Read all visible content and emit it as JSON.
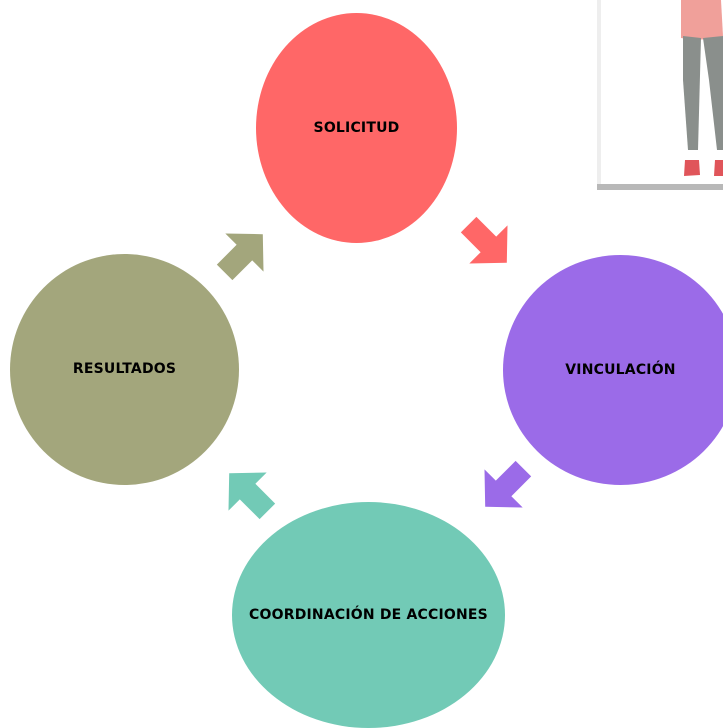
{
  "nodes": [
    {
      "id": "solicitud",
      "label": "SOLICITUD",
      "color": "#ff6767"
    },
    {
      "id": "vinculacion",
      "label": "VINCULACIÓN",
      "color": "#9b6be8"
    },
    {
      "id": "coordinacion",
      "label": "COORDINACIÓN DE ACCIONES",
      "color": "#72cab6"
    },
    {
      "id": "resultados",
      "label": "RESULTADOS",
      "color": "#a3a67c"
    }
  ],
  "arrows": [
    {
      "from": "solicitud",
      "to": "vinculacion",
      "color": "#ff6767",
      "direction": "down-right"
    },
    {
      "from": "vinculacion",
      "to": "coordinacion",
      "color": "#9b6be8",
      "direction": "down-left"
    },
    {
      "from": "coordinacion",
      "to": "resultados",
      "color": "#72cab6",
      "direction": "up-left"
    },
    {
      "from": "resultados",
      "to": "solicitud",
      "color": "#a3a67c",
      "direction": "up-right"
    }
  ],
  "illustration": {
    "subject": "person-standing-icon",
    "colors": {
      "shirt": "#f0a09a",
      "pants": "#8a8f8c",
      "shoes": "#e0555a"
    }
  }
}
